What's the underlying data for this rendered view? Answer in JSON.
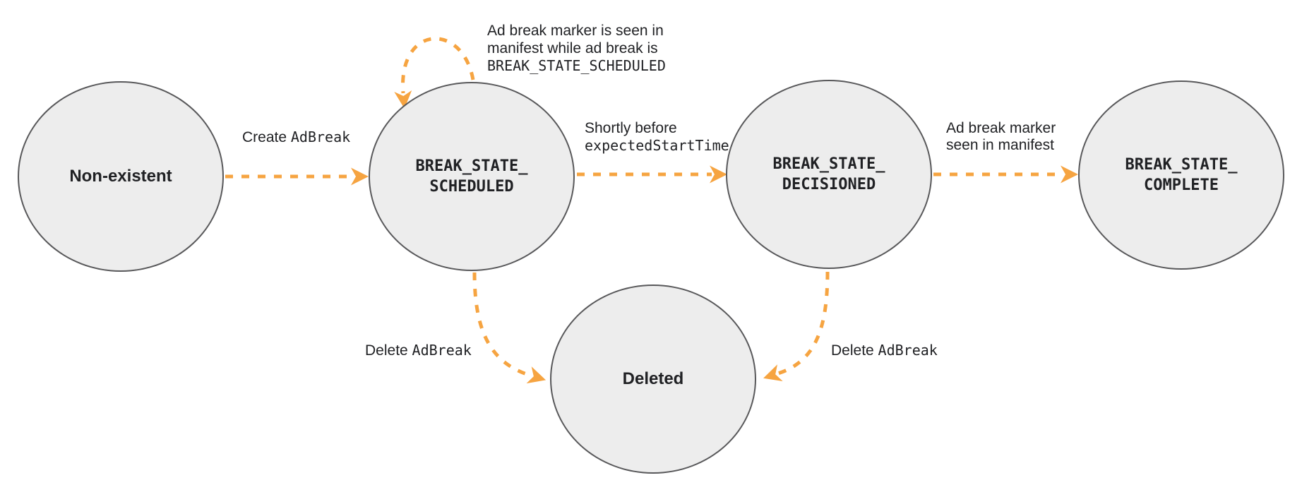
{
  "diagram": {
    "kind": "state-diagram",
    "colors": {
      "arrow": "#F6A441",
      "node_fill": "#EDEDED",
      "node_border": "#58585A",
      "text": "#202124"
    },
    "nodes": [
      {
        "id": "non-existent",
        "label": "Non-existent"
      },
      {
        "id": "break-state-scheduled",
        "label": "BREAK_STATE_\nSCHEDULED"
      },
      {
        "id": "break-state-decisioned",
        "label": "BREAK_STATE_\nDECISIONED"
      },
      {
        "id": "break-state-complete",
        "label": "BREAK_STATE_\nCOMPLETE"
      },
      {
        "id": "deleted",
        "label": "Deleted"
      }
    ],
    "edges": [
      {
        "from": "Non-existent",
        "to": "BREAK_STATE_SCHEDULED",
        "label_text": "Create ",
        "label_code": "AdBreak"
      },
      {
        "from": "BREAK_STATE_SCHEDULED",
        "to": "BREAK_STATE_SCHEDULED",
        "lines": [
          "Ad break marker is seen in",
          "manifest while ad break is"
        ],
        "code_line": "BREAK_STATE_SCHEDULED"
      },
      {
        "from": "BREAK_STATE_SCHEDULED",
        "to": "BREAK_STATE_DECISIONED",
        "label_text": "Shortly before",
        "label_code": "expectedStartTime"
      },
      {
        "from": "BREAK_STATE_DECISIONED",
        "to": "BREAK_STATE_COMPLETE",
        "lines": [
          "Ad break marker",
          "seen in manifest"
        ]
      },
      {
        "from": "BREAK_STATE_SCHEDULED",
        "to": "Deleted",
        "label_text": "Delete ",
        "label_code": "AdBreak"
      },
      {
        "from": "BREAK_STATE_DECISIONED",
        "to": "Deleted",
        "label_text": "Delete ",
        "label_code": "AdBreak"
      }
    ]
  }
}
